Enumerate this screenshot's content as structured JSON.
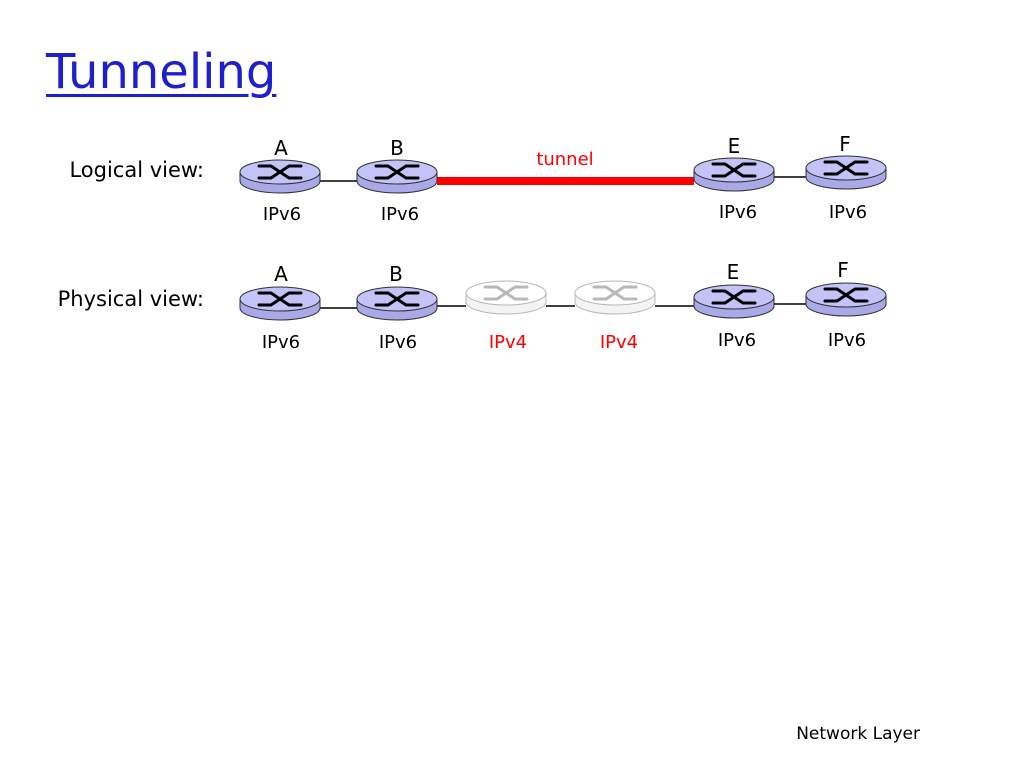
{
  "title": "Tunneling",
  "footer": "Network Layer",
  "logical_view": {
    "label": "Logical view:",
    "tunnel_label": "tunnel",
    "routers": [
      {
        "name": "A",
        "protocol": "IPv6"
      },
      {
        "name": "B",
        "protocol": "IPv6"
      },
      {
        "name": "E",
        "protocol": "IPv6"
      },
      {
        "name": "F",
        "protocol": "IPv6"
      }
    ]
  },
  "physical_view": {
    "label": "Physical view:",
    "routers": [
      {
        "name": "A",
        "protocol": "IPv6"
      },
      {
        "name": "B",
        "protocol": "IPv6"
      },
      {
        "name": "",
        "protocol": "IPv4"
      },
      {
        "name": "",
        "protocol": "IPv4"
      },
      {
        "name": "E",
        "protocol": "IPv6"
      },
      {
        "name": "F",
        "protocol": "IPv6"
      }
    ]
  },
  "colors": {
    "title": "#1f1fd0",
    "tunnel": "#ff0000",
    "ipv4_label": "#ff0000",
    "ipv6_router_fill": "#c3c3f7",
    "ipv4_router_fill": "#ffffff"
  }
}
